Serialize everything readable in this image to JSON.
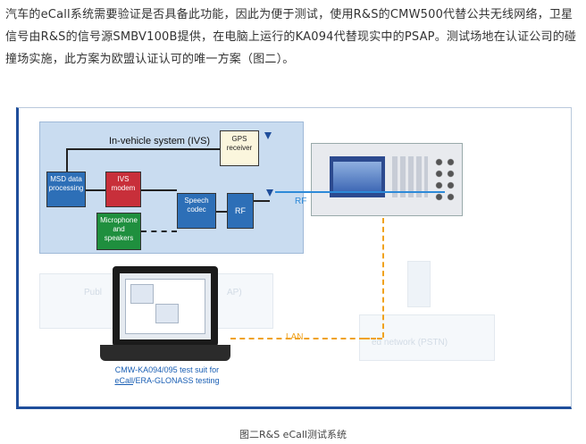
{
  "article": {
    "paragraph": "汽车的eCall系统需要验证是否具备此功能，因此为便于测试，使用R&S的CMW500代替公共无线网络，卫星信号由R&S的信号源SMBV100B提供，在电脑上运行的KA094代替现实中的PSAP。测试场地在认证公司的碰撞场实施，此方案为欧盟认证认可的唯一方案（图二）。",
    "figure_caption": "图二R&S eCall测试系统"
  },
  "diagram": {
    "ivs_title": "In-vehicle system (IVS)",
    "gps_label": "GPS receiver",
    "msd_label": "MSD data processing",
    "ivs_modem_label": "IVS modem",
    "speech_label": "Speech codec",
    "rf_block_label": "RF",
    "microphone_label": "Microphone and speakers",
    "rf_link_label": "RF",
    "lan_label": "LAN",
    "public_network_label": "Publ",
    "network_suffix": "AP)",
    "pstn_label": "ed network (PSTN)",
    "laptop_caption_line1": "CMW-KA094/095 test suit for",
    "laptop_caption_line2_a": "eCall",
    "laptop_caption_line2_b": "/ERA-GLONASS testing"
  },
  "colors": {
    "blue_block": "#2d6fb7",
    "red_block": "#c82f3a",
    "green_block": "#1f8f3e",
    "ivs_background": "#c9dcf0",
    "lan_orange": "#f0a21d",
    "rf_blue": "#2d8ad8"
  }
}
